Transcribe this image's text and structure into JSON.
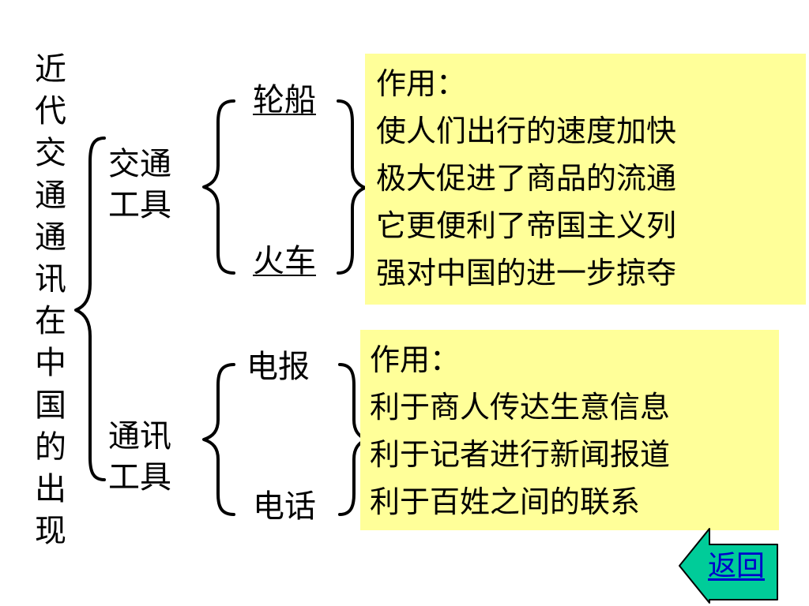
{
  "title": "近代交通通讯在中国的出现",
  "categories": {
    "transport": {
      "label_line1": "交通",
      "label_line2": "工具",
      "items": [
        "轮船",
        "火车"
      ]
    },
    "communication": {
      "label_line1": "通讯",
      "label_line2": "工具",
      "items": [
        "电报",
        "电话"
      ]
    }
  },
  "transport_effects": {
    "heading": "作用：",
    "lines": [
      "使人们出行的速度加快",
      "极大促进了商品的流通",
      "它更便利了帝国主义列",
      "强对中国的进一步掠夺"
    ]
  },
  "communication_effects": {
    "heading": "作用：",
    "lines": [
      "利于商人传达生意信息",
      "利于记者进行新闻报道",
      "利于百姓之间的联系"
    ]
  },
  "back_button": {
    "label": "返回"
  },
  "colors": {
    "box_fill": "#ffff99",
    "button_fill": "#00cc99",
    "link_text": "#0000cc"
  }
}
